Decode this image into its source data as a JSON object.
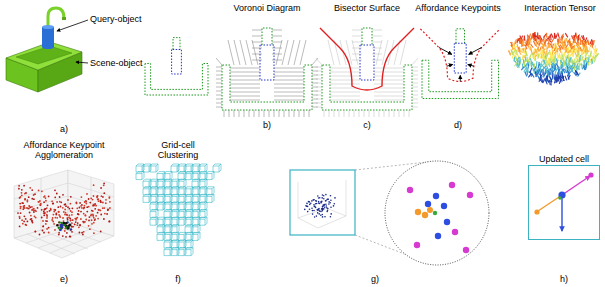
{
  "diagram": {
    "nodes": [
      {
        "text": [
          "Updated cell"
        ]
      }
    ],
    "labels": [
      "Query-object",
      "Scene-object",
      "a)",
      "Voronoi Diagram",
      "b)",
      "Bisector Surface",
      "c)",
      "Affordance Keypoints",
      "d)",
      "Interaction Tensor",
      "Affordance Keypoint Agglomeration",
      "e)",
      "Grid-cell Clustering",
      "f)",
      "g)",
      "h)"
    ]
  }
}
